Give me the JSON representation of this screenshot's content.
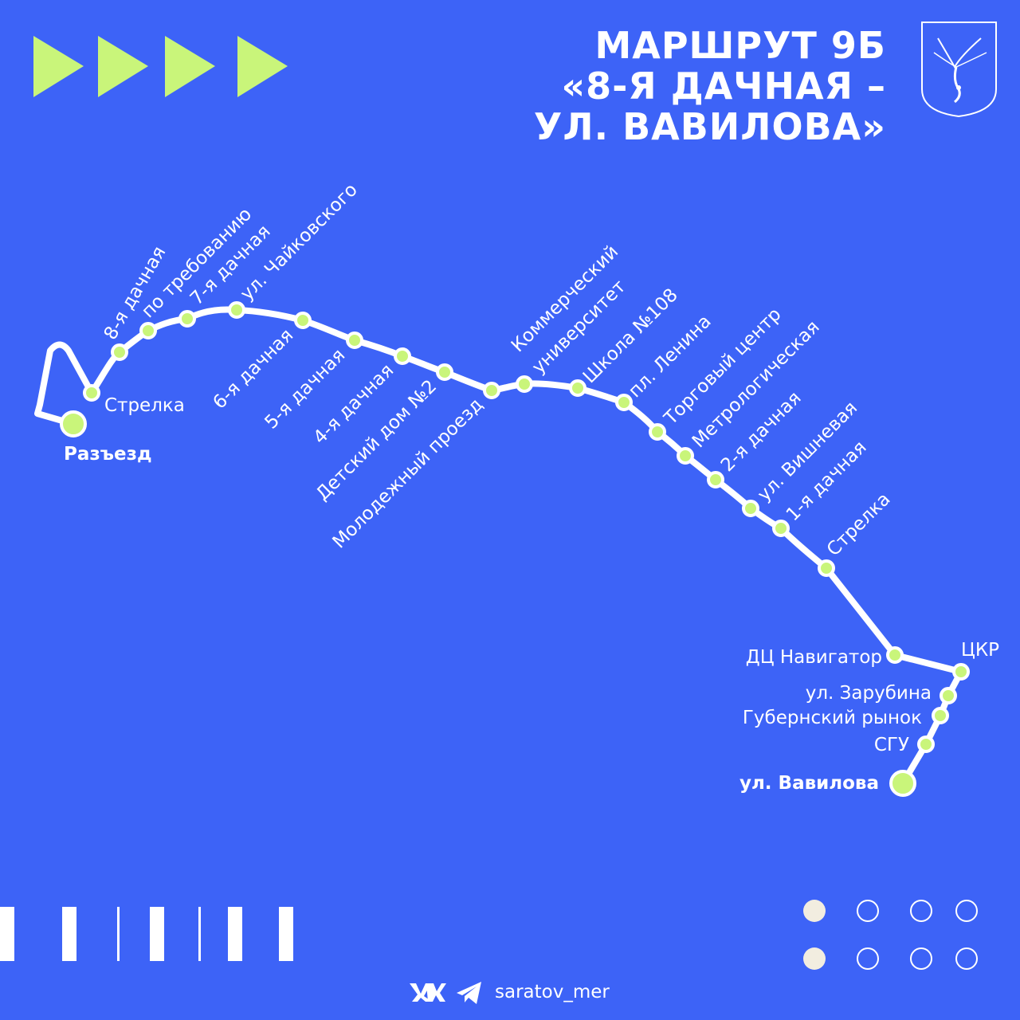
{
  "title": {
    "line1": "МАРШРУТ 9Б",
    "line2": "«8-Я ДАЧНАЯ –",
    "line3": "УЛ. ВАВИЛОВА»"
  },
  "route": {
    "start_stop": "Разъезд",
    "end_stop": "ул. Вавилова",
    "stops": [
      "Стрелка",
      "8-я дачная",
      "по требованию",
      "7-я дачная",
      "ул. Чайковского",
      "6-я дачная",
      "5-я дачная",
      "4-я дачная",
      "Детский дом №2",
      "Молодежный проезд",
      "Коммерческий",
      "университет",
      "Школа №108",
      "пл. Ленина",
      "Торговый центр",
      "Метрологическая",
      "2-я дачная",
      "ул. Вишневая",
      "1-я дачная",
      "Стрелка",
      "ДЦ Навигатор",
      "ЦКР",
      "ул. Зарубина",
      "Губернский рынок",
      "СГУ"
    ]
  },
  "footer": {
    "handle": "saratov_mer",
    "vk_label": "VK",
    "telegram_label": "telegram"
  },
  "colors": {
    "background": "#3d63f7",
    "accent": "#c9f57a",
    "line": "#ffffff"
  },
  "icons": {
    "coat_of_arms": "saratov-coat-of-arms-icon",
    "arrows": "play-arrow-icon",
    "vk": "vk-icon",
    "telegram": "telegram-icon"
  }
}
